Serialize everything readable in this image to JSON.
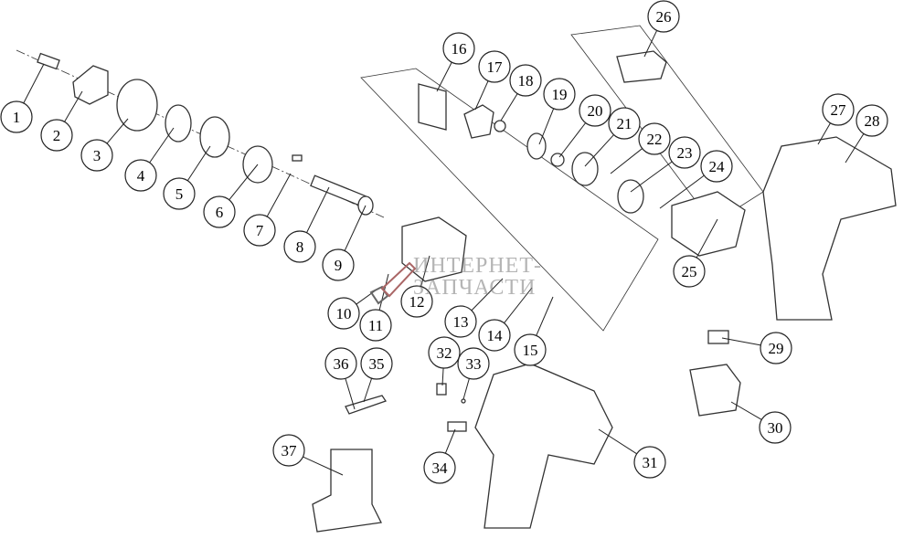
{
  "diagram": {
    "title_kind": "exploded parts diagram of cordless drill",
    "callouts": [
      "1",
      "2",
      "3",
      "4",
      "5",
      "6",
      "7",
      "8",
      "9",
      "10",
      "11",
      "12",
      "13",
      "14",
      "15",
      "16",
      "17",
      "18",
      "19",
      "20",
      "21",
      "22",
      "23",
      "24",
      "25",
      "26",
      "27",
      "28",
      "29",
      "30",
      "31",
      "32",
      "33",
      "34",
      "35",
      "36",
      "37"
    ]
  },
  "watermark": {
    "line1": "ИНТЕРНЕТ-",
    "line2": "ЗАПЧАСТИ"
  },
  "colors": {
    "ink": "#222222",
    "watermark": "#8a8a8a"
  }
}
